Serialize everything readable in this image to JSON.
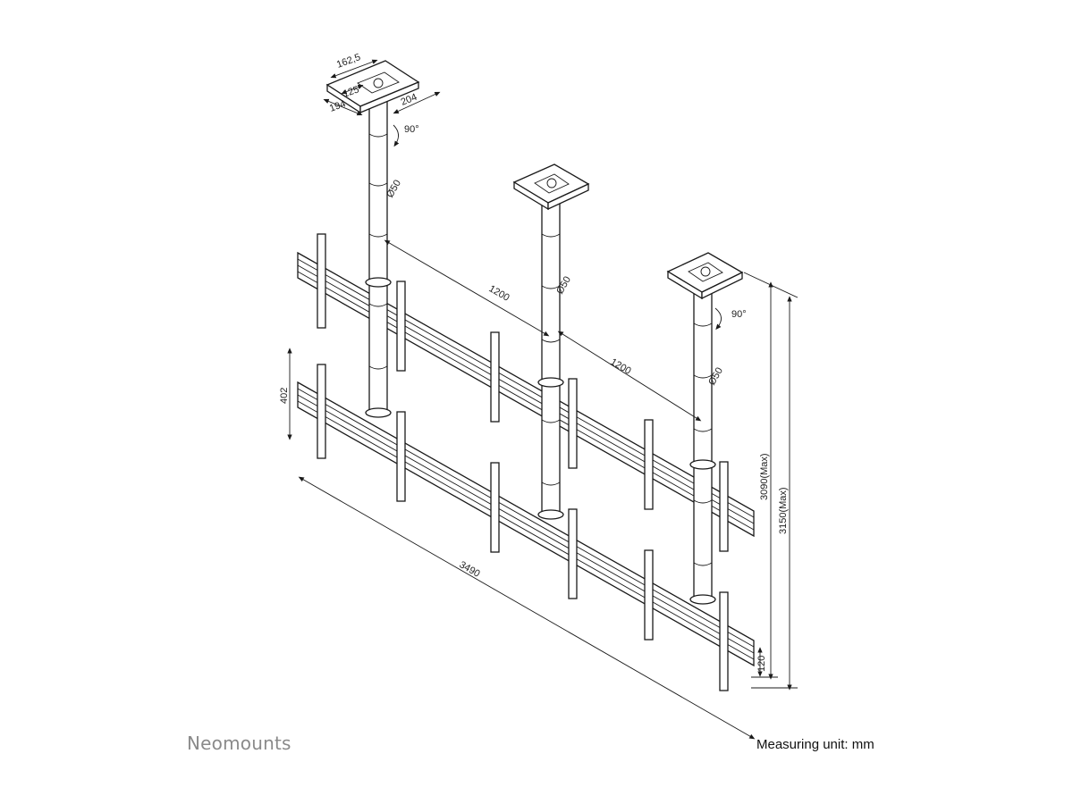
{
  "brand": "Neomounts",
  "unit_note": "Measuring unit: mm",
  "dimensions": {
    "plate_a": "162,5",
    "plate_b": "125",
    "plate_c": "194",
    "plate_d": "204",
    "rotate_left": "90°",
    "rotate_right": "90°",
    "pole_dia_1": "Ø50",
    "pole_dia_2": "Ø50",
    "pole_dia_3": "Ø50",
    "spacing_1": "1200",
    "spacing_2": "1200",
    "row_height": "402",
    "total_width": "3490",
    "height_max_1": "3090(Max)",
    "height_max_2": "3150(Max)",
    "rail_height": "120"
  }
}
